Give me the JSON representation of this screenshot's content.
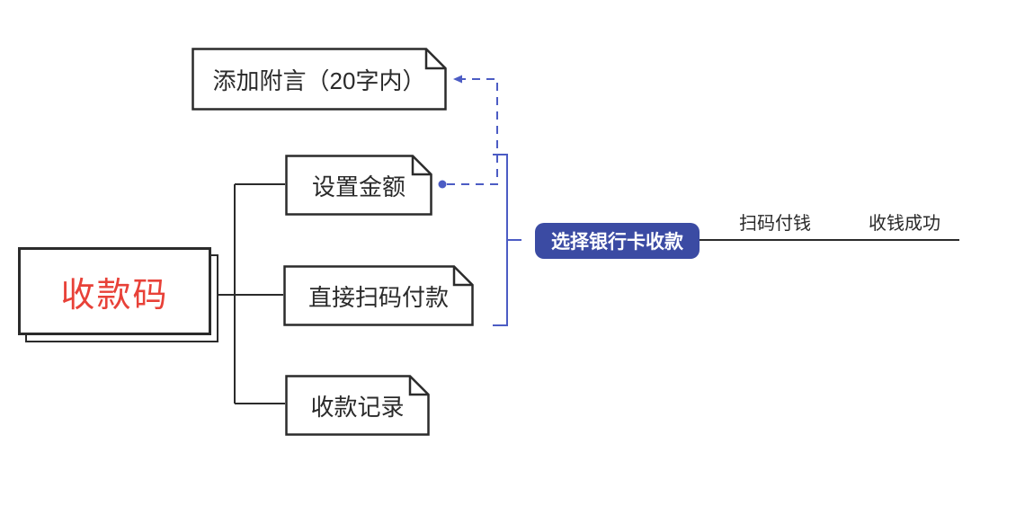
{
  "diagram": {
    "root": {
      "label": "收款码"
    },
    "note_top": {
      "label": "添加附言（20字内）"
    },
    "children": [
      {
        "label": "设置金额"
      },
      {
        "label": "直接扫码付款"
      },
      {
        "label": "收款记录"
      }
    ],
    "action_button": {
      "label": "选择银行卡收款"
    },
    "flow_labels": [
      {
        "label": "扫码付钱"
      },
      {
        "label": "收钱成功"
      }
    ],
    "colors": {
      "accent_blue": "#4c5cc4",
      "button_blue": "#3b4ba3",
      "root_red": "#e84138",
      "line_black": "#2b2b2b",
      "text_dark": "#2a2a2a"
    }
  }
}
